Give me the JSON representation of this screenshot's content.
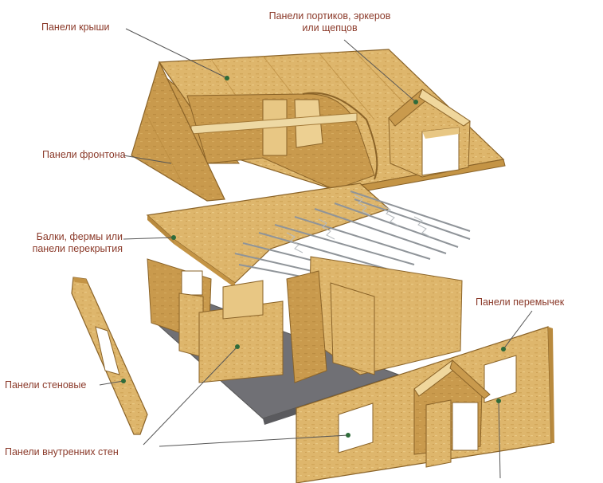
{
  "labels": {
    "roof_panels": "Панели крыши",
    "portico_panels_line1": "Панели портиков, эркеров",
    "portico_panels_line2": "или щепцов",
    "gable_panels": "Панели фронтона",
    "beams_line1": "Балки, фермы или",
    "beams_line2": "панели перекрытия",
    "lintel_panels": "Панели перемычек",
    "wall_panels": "Панели стеновые",
    "inner_wall_panels": "Панели внутренних стен"
  },
  "colors": {
    "osb_light": "#e6c27a",
    "osb_mid": "#d6a85a",
    "osb_dark": "#b98a3e",
    "edge": "#8a6328",
    "steel": "#9aa0a6",
    "floor": "#6d6d70",
    "label": "#8b3a2a",
    "leader": "#555555",
    "marker": "#2f6b3a"
  }
}
